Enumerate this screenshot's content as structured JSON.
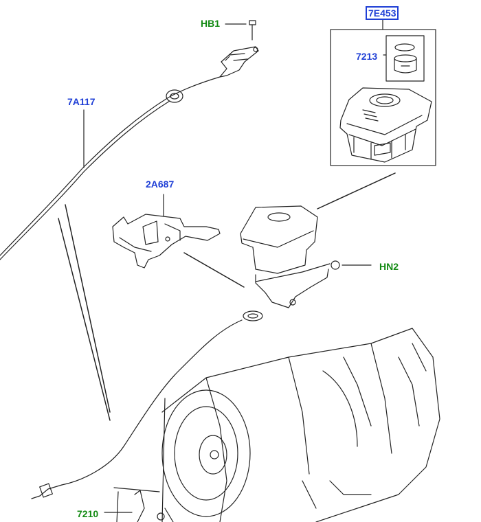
{
  "colors": {
    "assembly_label": "#1f3fd6",
    "fastener_label": "#128a12",
    "line": "#222222"
  },
  "labels": {
    "selector_assembly": "7E453",
    "selector_cap": "7213",
    "bolt_top": "HB1",
    "cable": "7A117",
    "bracket": "2A687",
    "nut": "HN2",
    "lever_bracket": "7210"
  }
}
